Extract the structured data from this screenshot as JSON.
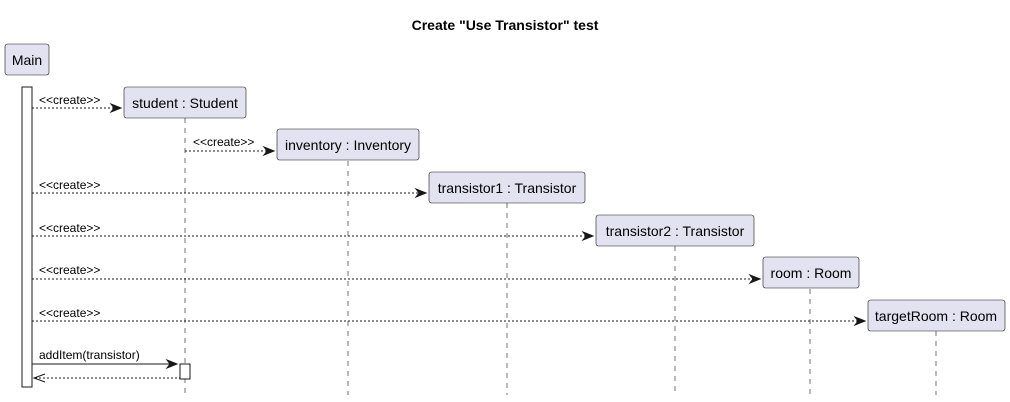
{
  "title": "Create \"Use Transistor\" test",
  "participants": [
    {
      "id": "main",
      "label": "Main"
    },
    {
      "id": "student",
      "label": "student : Student"
    },
    {
      "id": "inventory",
      "label": "inventory : Inventory"
    },
    {
      "id": "transistor1",
      "label": "transistor1 : Transistor"
    },
    {
      "id": "transistor2",
      "label": "transistor2 : Transistor"
    },
    {
      "id": "room",
      "label": "room : Room"
    },
    {
      "id": "targetRoom",
      "label": "targetRoom : Room"
    }
  ],
  "messages": [
    {
      "from": "main",
      "to": "student",
      "label": "<<create>>",
      "type": "create"
    },
    {
      "from": "student",
      "to": "inventory",
      "label": "<<create>>",
      "type": "create"
    },
    {
      "from": "main",
      "to": "transistor1",
      "label": "<<create>>",
      "type": "create"
    },
    {
      "from": "main",
      "to": "transistor2",
      "label": "<<create>>",
      "type": "create"
    },
    {
      "from": "main",
      "to": "room",
      "label": "<<create>>",
      "type": "create"
    },
    {
      "from": "main",
      "to": "targetRoom",
      "label": "<<create>>",
      "type": "create"
    },
    {
      "from": "main",
      "to": "student",
      "label": "addItem(transistor)",
      "type": "sync"
    },
    {
      "from": "student",
      "to": "main",
      "label": "",
      "type": "return"
    }
  ],
  "colors": {
    "participant_fill": "#e2e2f0",
    "line": "#181818"
  }
}
